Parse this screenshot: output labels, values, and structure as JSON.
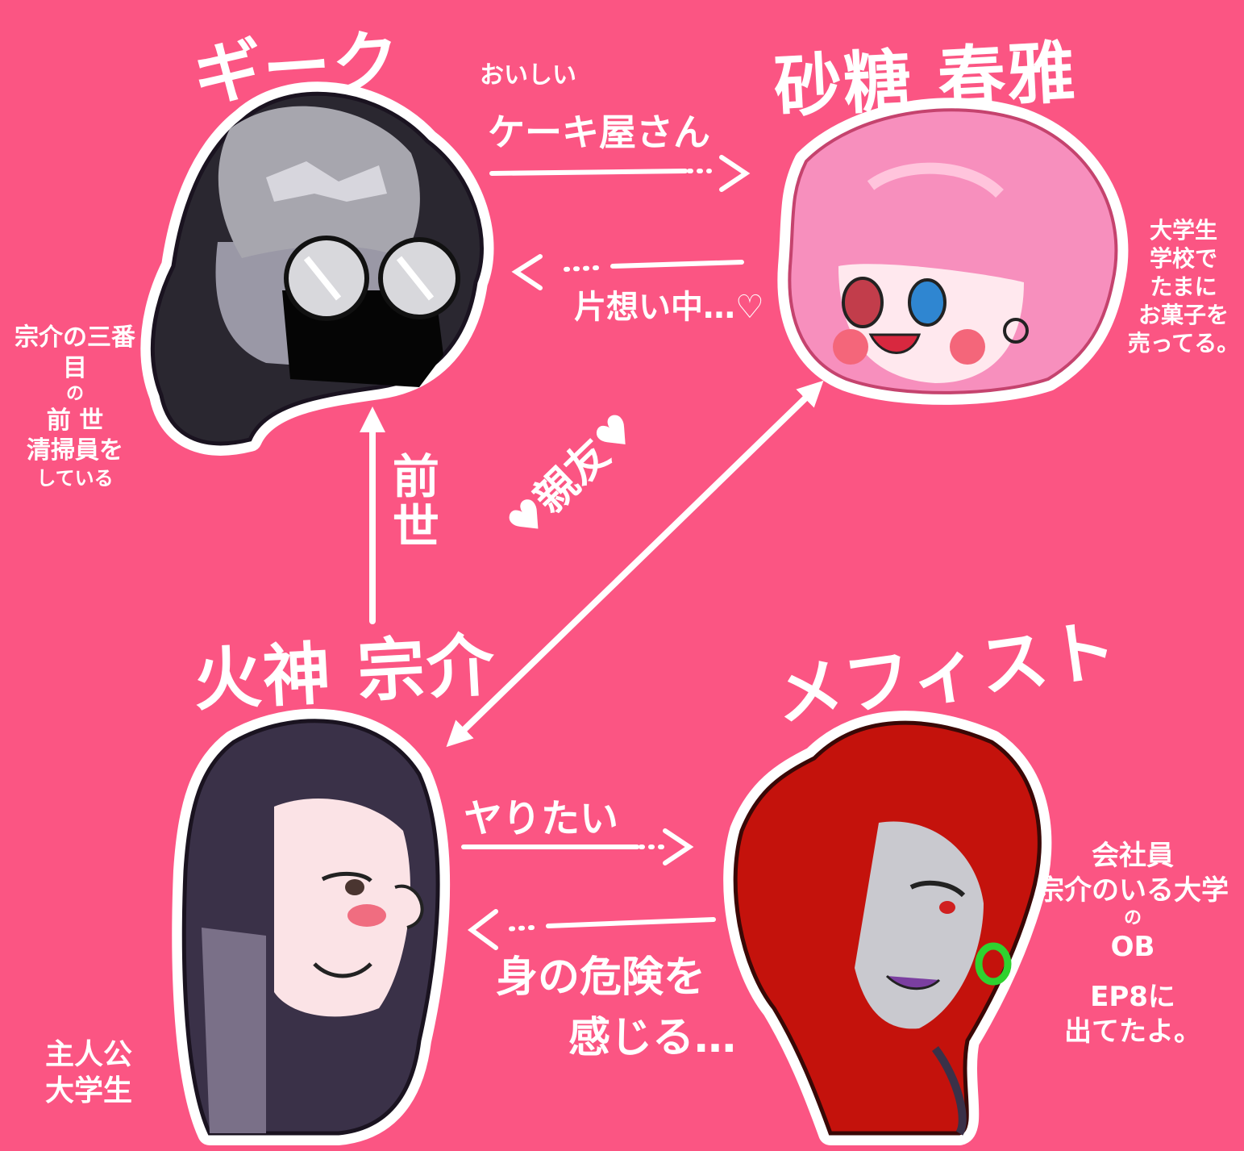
{
  "characters": {
    "geek": {
      "name": "ギーク",
      "note_lines": [
        "宗介の三番目",
        "の",
        "前 世",
        "清掃員を",
        "している"
      ]
    },
    "haruka": {
      "name": "砂糖 春雅",
      "note_lines": [
        "大学生",
        "学校で",
        "たまに",
        "お菓子を",
        "売ってる。"
      ]
    },
    "sousuke": {
      "name": "火神 宗介",
      "note_lines": [
        "主人公",
        "大学生"
      ]
    },
    "mephisto": {
      "name": "メフィスト",
      "note_lines": [
        "会社員",
        "宗介のいる大学",
        "の",
        "OB",
        "EP8に",
        "出てたよ。"
      ]
    }
  },
  "relations": {
    "geek_to_haruka_small": "おいしい",
    "geek_to_haruka": "ケーキ屋さん",
    "haruka_from_geek": "片想い中…♡",
    "past_life": "前世",
    "best_friends": "♥親友♥",
    "sousuke_to_mephisto": "ヤりたい",
    "mephisto_to_sousuke_line1": "身の危険を",
    "mephisto_to_sousuke_line2": "感じる…"
  },
  "colors": {
    "background": "#fb5583",
    "text": "#ffffff",
    "geek_hair": "#9c9ba5",
    "haruka_hair": "#f78fbd",
    "sousuke_hair": "#3a3148",
    "mephisto_hair": "#c4120c",
    "earring": "#2fd22f"
  }
}
